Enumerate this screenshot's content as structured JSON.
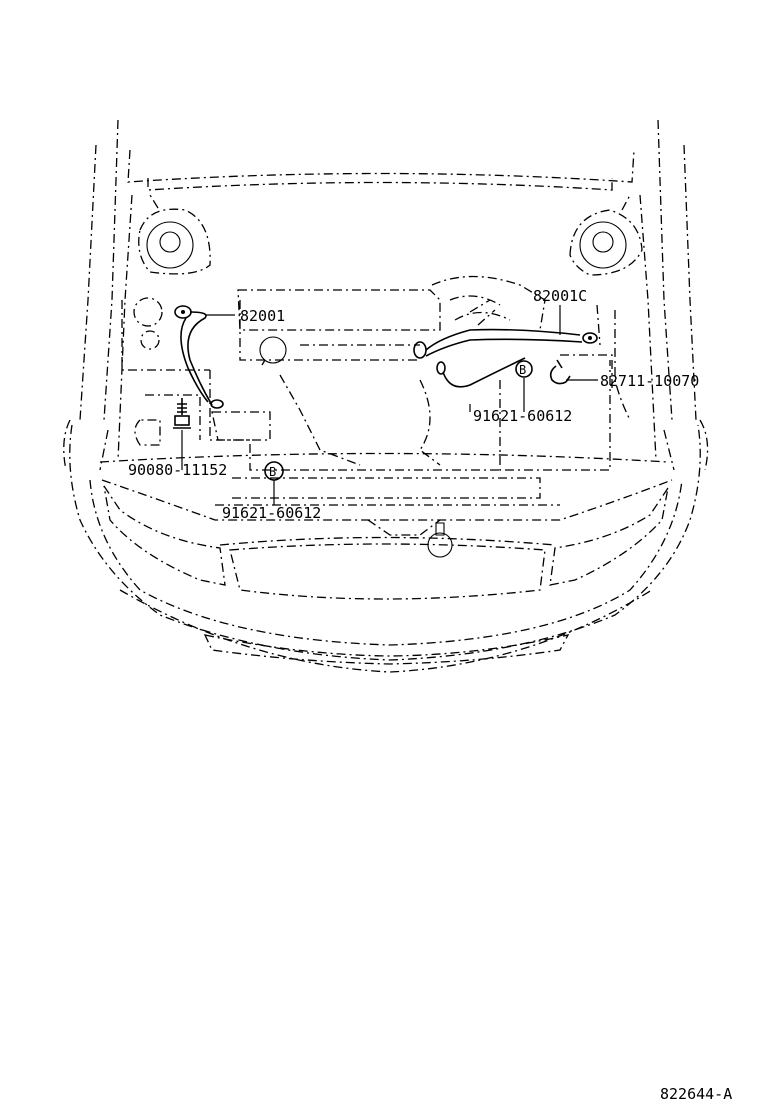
{
  "diagram": {
    "callouts": [
      {
        "id": "c1",
        "label": "82001"
      },
      {
        "id": "c2",
        "label": "82001C"
      },
      {
        "id": "c3",
        "label": "82711-10070"
      },
      {
        "id": "c4",
        "label": "91621-60612"
      },
      {
        "id": "c5",
        "label": "90080-11152"
      },
      {
        "id": "c6",
        "label": "91621-60612"
      }
    ],
    "markers": [
      {
        "id": "m1",
        "letter": "B"
      },
      {
        "id": "m2",
        "letter": "B"
      }
    ],
    "figure_code": "822644-A"
  }
}
